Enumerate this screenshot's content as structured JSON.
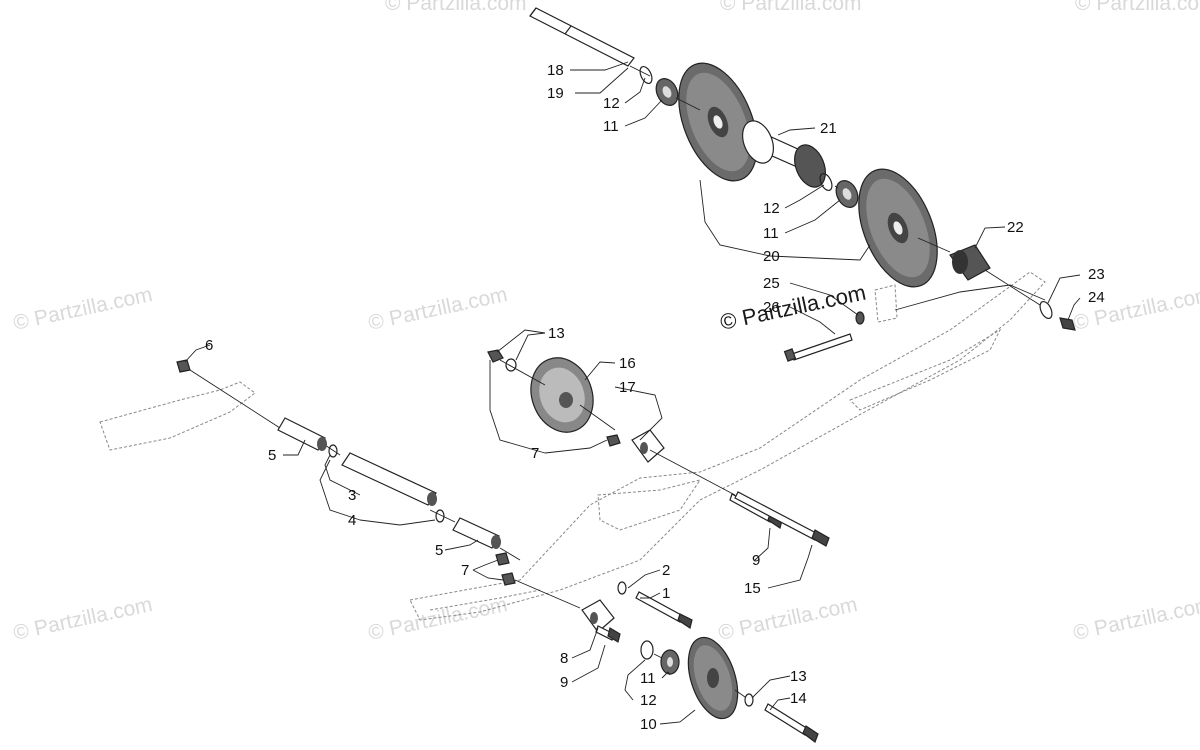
{
  "watermark": {
    "text": "© Partzilla.com",
    "main_text": "© Partzilla.com"
  },
  "callouts": {
    "c1": "1",
    "c2": "2",
    "c3": "3",
    "c4a": "4",
    "c5a": "5",
    "c5b": "5",
    "c6": "6",
    "c7a": "7",
    "c7b": "7",
    "c8": "8",
    "c9a": "9",
    "c9b": "9",
    "c10": "10",
    "c11a": "11",
    "c11b": "11",
    "c11c": "11",
    "c12a": "12",
    "c12b": "12",
    "c12c": "12",
    "c13a": "13",
    "c13b": "13",
    "c14": "14",
    "c15": "15",
    "c16": "16",
    "c17": "17",
    "c18": "18",
    "c19": "19",
    "c20": "20",
    "c21": "21",
    "c22": "22",
    "c23": "23",
    "c24": "24",
    "c25": "25",
    "c26": "26"
  },
  "colors": {
    "line": "#222222",
    "part_fill": "#555555",
    "wheel_fill": "#6b6b6b",
    "watermark": "#d9d9d9"
  }
}
